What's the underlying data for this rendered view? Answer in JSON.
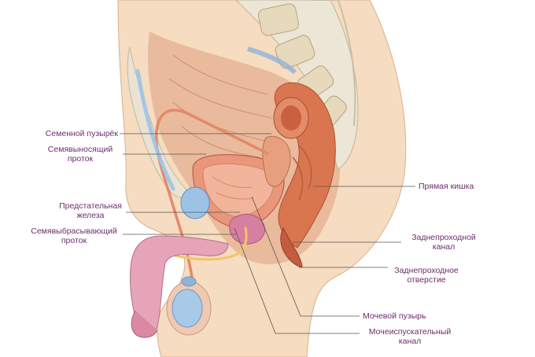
{
  "colors": {
    "label_text": "#6b2d6b",
    "leader_line": "#555555",
    "skin": "#f6dcc0",
    "muscle": "#d98f6e",
    "bladder": "#e9967a",
    "rectum": "#d9764f",
    "bone": "#e8e4d8",
    "prostate": "#d77fa1",
    "vessel": "#9cc3e6",
    "testis": "#a9c9e8"
  },
  "labels": {
    "seminal_vesicle": "Семенной пузырёк",
    "vas_deferens_1": "Семявыносящий",
    "vas_deferens_2": "проток",
    "prostate_1": "Предстательная",
    "prostate_2": "железа",
    "ejaculatory_duct_1": "Семявыбрасывающий",
    "ejaculatory_duct_2": "проток",
    "rectum": "Прямая кишка",
    "anal_canal_1": "Заднепроходной",
    "anal_canal_2": "канал",
    "anus_1": "Заднепроходное",
    "anus_2": "отверстие",
    "bladder": "Мочевой пузырь",
    "urethra_1": "Мочеиспускательный",
    "urethra_2": "канал"
  }
}
